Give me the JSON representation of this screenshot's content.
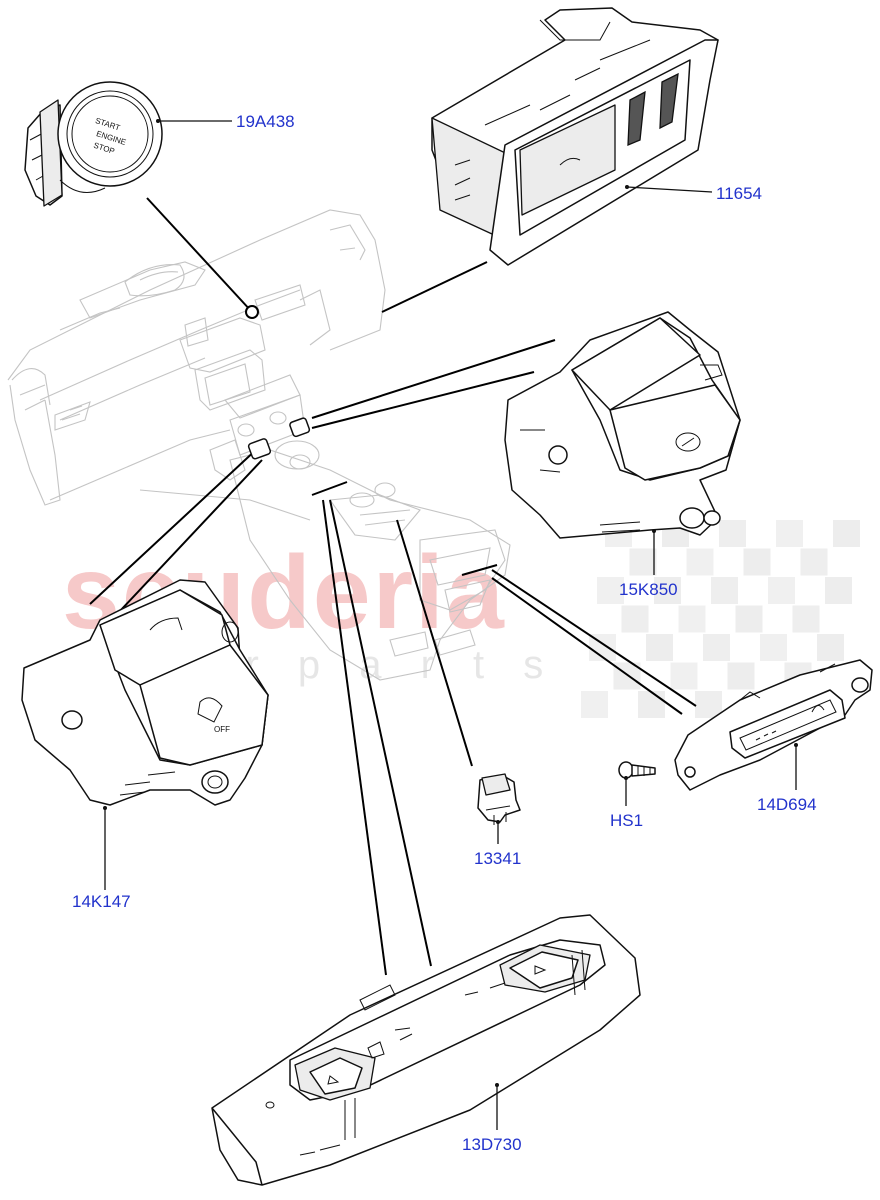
{
  "watermark": {
    "brand": "scuderia",
    "sub": "c a r   p a r t s",
    "brand_color": "#f2a9a9",
    "checker_color": "#dedede"
  },
  "start_button_text": {
    "line1": "START",
    "line2": "ENGINE",
    "line3": "STOP"
  },
  "parts": [
    {
      "id": "19A438",
      "label": "19A438"
    },
    {
      "id": "11654",
      "label": "11654"
    },
    {
      "id": "15K850",
      "label": "15K850"
    },
    {
      "id": "14K147",
      "label": "14K147"
    },
    {
      "id": "13341",
      "label": "13341"
    },
    {
      "id": "HS1",
      "label": "HS1"
    },
    {
      "id": "14D694",
      "label": "14D694"
    },
    {
      "id": "13D730",
      "label": "13D730"
    }
  ],
  "colors": {
    "label": "#2233cc",
    "line": "#111111"
  }
}
